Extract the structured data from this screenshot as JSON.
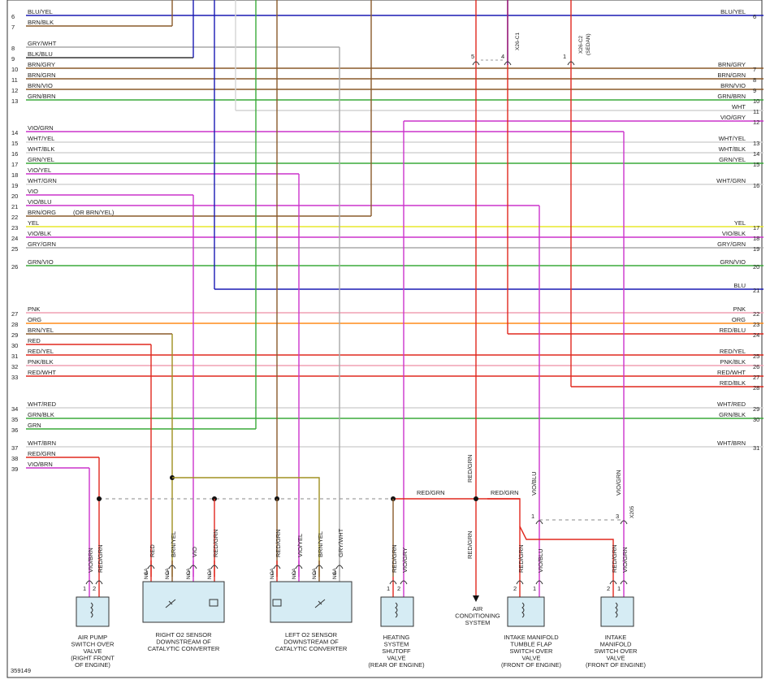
{
  "colors": {
    "RED": "#e0281e",
    "BLU": "#1a1ab4",
    "BRN": "#8a5a2a",
    "YEL": "#e8e82a",
    "GRY": "#a8a8a8",
    "WHT": "#d4d4d4",
    "BLK": "#333333",
    "GRN": "#3aaa3a",
    "VIO": "#cc33cc",
    "PNK": "#f0a0b4",
    "ORG": "#ff8c1a"
  },
  "left_wires": [
    {
      "pin": "6",
      "label": "BLU/YEL"
    },
    {
      "pin": "7",
      "label": "BRN/BLK"
    },
    {
      "pin": "8",
      "label": "GRY/WHT"
    },
    {
      "pin": "9",
      "label": "BLK/BLU"
    },
    {
      "pin": "10",
      "label": "BRN/GRY"
    },
    {
      "pin": "11",
      "label": "BRN/GRN"
    },
    {
      "pin": "12",
      "label": "BRN/VIO"
    },
    {
      "pin": "13",
      "label": "GRN/BRN"
    },
    {
      "pin": "14",
      "label": "VIO/GRN"
    },
    {
      "pin": "15",
      "label": "WHT/YEL"
    },
    {
      "pin": "16",
      "label": "WHT/BLK"
    },
    {
      "pin": "17",
      "label": "GRN/YEL"
    },
    {
      "pin": "18",
      "label": "VIO/YEL"
    },
    {
      "pin": "19",
      "label": "WHT/GRN"
    },
    {
      "pin": "20",
      "label": "VIO"
    },
    {
      "pin": "21",
      "label": "VIO/BLU"
    },
    {
      "pin": "22",
      "label": "BRN/ORG"
    },
    {
      "pin": "23",
      "label": "YEL"
    },
    {
      "pin": "24",
      "label": "VIO/BLK"
    },
    {
      "pin": "25",
      "label": "GRY/GRN"
    },
    {
      "pin": "26",
      "label": "GRN/VIO"
    },
    {
      "pin": "27",
      "label": "PNK"
    },
    {
      "pin": "28",
      "label": "ORG"
    },
    {
      "pin": "29",
      "label": "BRN/YEL"
    },
    {
      "pin": "30",
      "label": "RED"
    },
    {
      "pin": "31",
      "label": "RED/YEL"
    },
    {
      "pin": "32",
      "label": "PNK/BLK"
    },
    {
      "pin": "33",
      "label": "RED/WHT"
    },
    {
      "pin": "34",
      "label": "WHT/RED"
    },
    {
      "pin": "35",
      "label": "GRN/BLK"
    },
    {
      "pin": "36",
      "label": "GRN"
    },
    {
      "pin": "37",
      "label": "WHT/BRN"
    },
    {
      "pin": "38",
      "label": "RED/GRN"
    },
    {
      "pin": "39",
      "label": "VIO/BRN"
    }
  ],
  "left_note": "(OR BRN/YEL)",
  "right_wires": [
    {
      "pin": "6",
      "label": "BLU/YEL"
    },
    {
      "pin": "7",
      "label": "BRN/GRY"
    },
    {
      "pin": "8",
      "label": "BRN/GRN"
    },
    {
      "pin": "9",
      "label": "BRN/VIO"
    },
    {
      "pin": "10",
      "label": "GRN/BRN"
    },
    {
      "pin": "11",
      "label": "WHT"
    },
    {
      "pin": "12",
      "label": "VIO/GRY"
    },
    {
      "pin": "13",
      "label": "WHT/YEL"
    },
    {
      "pin": "14",
      "label": "WHT/BLK"
    },
    {
      "pin": "15",
      "label": "GRN/YEL"
    },
    {
      "pin": "16",
      "label": "WHT/GRN"
    },
    {
      "pin": "17",
      "label": "YEL"
    },
    {
      "pin": "18",
      "label": "VIO/BLK"
    },
    {
      "pin": "19",
      "label": "GRY/GRN"
    },
    {
      "pin": "20",
      "label": "GRN/VIO"
    },
    {
      "pin": "21",
      "label": "BLU"
    },
    {
      "pin": "22",
      "label": "PNK"
    },
    {
      "pin": "23",
      "label": "ORG"
    },
    {
      "pin": "24",
      "label": "RED/BLU"
    },
    {
      "pin": "25",
      "label": "RED/YEL"
    },
    {
      "pin": "26",
      "label": "PNK/BLK"
    },
    {
      "pin": "27",
      "label": "RED/WHT"
    },
    {
      "pin": "28",
      "label": "RED/BLK"
    },
    {
      "pin": "29",
      "label": "WHT/RED"
    },
    {
      "pin": "30",
      "label": "GRN/BLK"
    },
    {
      "pin": "31",
      "label": "WHT/BRN"
    }
  ],
  "connectors": {
    "c1": {
      "name": "X26-C1",
      "pin_a": "5",
      "pin_b": "4"
    },
    "c2": {
      "name": "X26-C2",
      "note": "(SEDAN)",
      "pin": "1"
    },
    "x205": {
      "name": "X205",
      "pin_a": "1",
      "pin_b": "3"
    }
  },
  "junction_wire": "RED/GRN",
  "components": {
    "air_pump": {
      "wires": [
        {
          "label": "VIO/BRN",
          "pin": "1"
        },
        {
          "label": "RED/GRN",
          "pin": "2"
        }
      ],
      "caption": [
        "AIR PUMP",
        "SWITCH OVER",
        "VALVE",
        "(RIGHT FRONT",
        "OF ENGINE)"
      ]
    },
    "right_o2": {
      "wires": [
        {
          "label": "RED",
          "pin": "4"
        },
        {
          "label": "BRN/YEL",
          "pin": "3"
        },
        {
          "label": "VIO",
          "pin": "2"
        },
        {
          "label": "RED/GRN",
          "pin": "1"
        }
      ],
      "nca": "NCA",
      "caption": [
        "RIGHT O2 SENSOR",
        "DOWNSTREAM OF",
        "CATALYTIC CONVERTER"
      ]
    },
    "left_o2": {
      "wires": [
        {
          "label": "RED/GRN",
          "pin": "1"
        },
        {
          "label": "VIO/YEL",
          "pin": "2"
        },
        {
          "label": "BRN/YEL",
          "pin": "3"
        },
        {
          "label": "GRY/WHT",
          "pin": "4"
        }
      ],
      "nca": "NCA",
      "caption": [
        "LEFT O2 SENSOR",
        "DOWNSTREAM OF",
        "CATALYTIC CONVERTER"
      ]
    },
    "heating": {
      "wires": [
        {
          "label": "RED/GRN",
          "pin": "1"
        },
        {
          "label": "VIO/GRY",
          "pin": "2"
        }
      ],
      "caption": [
        "HEATING",
        "SYSTEM",
        "SHUTOFF",
        "VALVE",
        "(REAR OF ENGINE)"
      ]
    },
    "ac": {
      "wire": "RED/GRN",
      "caption": [
        "AIR",
        "CONDITIONING",
        "SYSTEM"
      ]
    },
    "tumble": {
      "wires": [
        {
          "label": "RED/GRN",
          "pin": "2"
        },
        {
          "label": "VIO/BLU",
          "pin": "1"
        }
      ],
      "caption": [
        "INTAKE MANIFOLD",
        "TUMBLE FLAP",
        "SWITCH OVER",
        "VALVE",
        "(FRONT OF ENGINE)"
      ]
    },
    "manifold": {
      "wires": [
        {
          "label": "RED/GRN",
          "pin": "2"
        },
        {
          "label": "VIO/GRN",
          "pin": "1"
        }
      ],
      "caption": [
        "INTAKE",
        "MANIFOLD",
        "SWITCH OVER",
        "VALVE",
        "(FRONT OF ENGINE)"
      ]
    }
  },
  "vertical_labels": {
    "ac_feed": "RED/GRN",
    "vio_blu": "VIO/BLU",
    "vio_grn": "VIO/GRN"
  },
  "figure_id": "359149"
}
